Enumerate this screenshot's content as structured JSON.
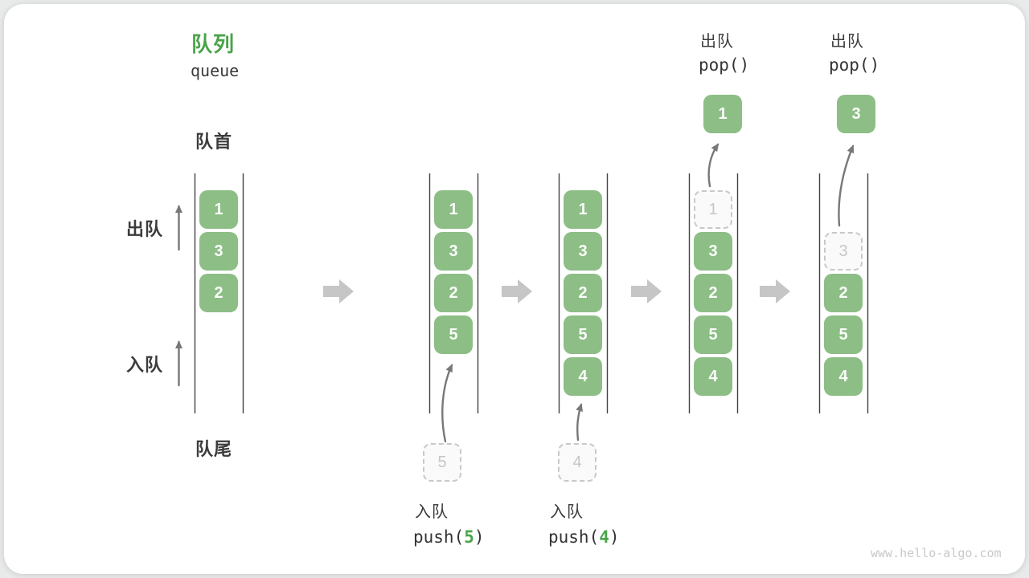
{
  "title": {
    "zh": "队列",
    "en": "queue"
  },
  "side_labels": {
    "front": "队首",
    "rear": "队尾",
    "dequeue": "出队",
    "enqueue": "入队"
  },
  "operations": {
    "push5": {
      "label": "入队",
      "code_pre": "push(",
      "arg": "5",
      "code_post": ")"
    },
    "push4": {
      "label": "入队",
      "code_pre": "push(",
      "arg": "4",
      "code_post": ")"
    },
    "pop1": {
      "label": "出队",
      "code": "pop()"
    },
    "pop2": {
      "label": "出队",
      "code": "pop()"
    }
  },
  "states": [
    {
      "blocks": [
        "1",
        "3",
        "2"
      ]
    },
    {
      "blocks": [
        "1",
        "3",
        "2",
        "5"
      ],
      "incoming": "5"
    },
    {
      "blocks": [
        "1",
        "3",
        "2",
        "5",
        "4"
      ],
      "incoming": "4"
    },
    {
      "removed": "1",
      "ghost": "1",
      "blocks": [
        "3",
        "2",
        "5",
        "4"
      ]
    },
    {
      "removed": "3",
      "ghost": "3",
      "blocks": [
        "2",
        "5",
        "4"
      ]
    }
  ],
  "watermark": "www.hello-algo.com",
  "colors": {
    "accent_green": "#4aa44a",
    "block_green": "#8cbe85",
    "ghost_gray": "#c9c9c9",
    "arrow_gray": "#787878",
    "transition_arrow_gray": "#c6c6c6",
    "text_dark": "#3c3c3c"
  }
}
